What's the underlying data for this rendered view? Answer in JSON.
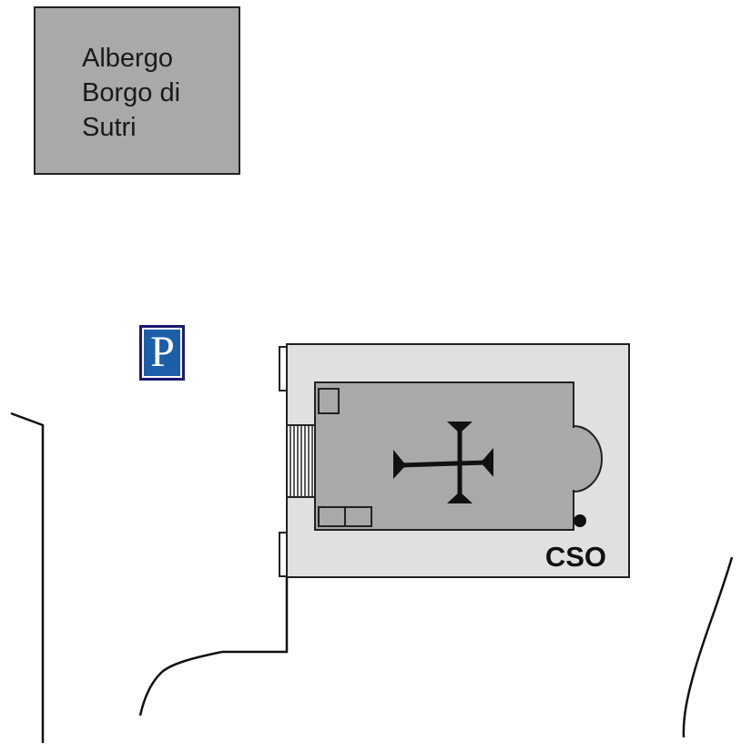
{
  "hotel": {
    "name_lines": [
      "Albergo",
      "Borgo di",
      "Sutri"
    ]
  },
  "parking": {
    "letter": "P",
    "icon": "parking-sign-icon"
  },
  "church": {
    "code": "CSO",
    "icon": "cross-icon"
  },
  "colors": {
    "building_fill": "#a9a9a9",
    "precinct_fill": "#e0e0e0",
    "parking_blue": "#1c5fa8",
    "parking_navy": "#1a1a6e",
    "line": "#111111"
  }
}
